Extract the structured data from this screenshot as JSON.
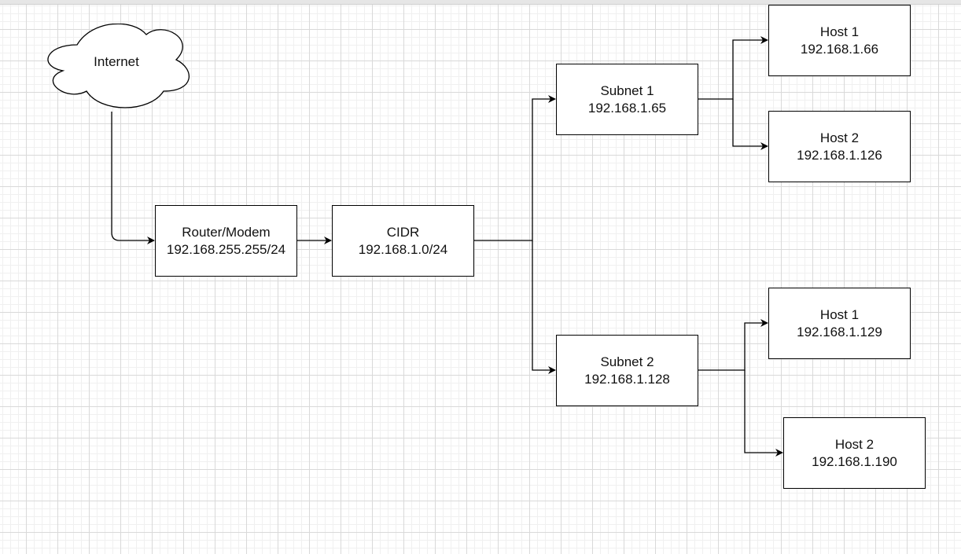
{
  "diagram": {
    "internet": {
      "label": "Internet"
    },
    "router": {
      "title": "Router/Modem",
      "address": "192.168.255.255/24"
    },
    "cidr": {
      "title": "CIDR",
      "address": "192.168.1.0/24"
    },
    "subnet1": {
      "title": "Subnet 1",
      "address": "192.168.1.65",
      "hosts": [
        {
          "title": "Host 1",
          "address": "192.168.1.66"
        },
        {
          "title": "Host 2",
          "address": "192.168.1.126"
        }
      ]
    },
    "subnet2": {
      "title": "Subnet 2",
      "address": "192.168.1.128",
      "hosts": [
        {
          "title": "Host 1",
          "address": "192.168.1.129"
        },
        {
          "title": "Host 2",
          "address": "192.168.1.190"
        }
      ]
    }
  },
  "colors": {
    "stroke": "#000000",
    "node_fill": "#ffffff",
    "grid_major": "#d9d9d9",
    "grid_minor": "#f0f0f0"
  }
}
